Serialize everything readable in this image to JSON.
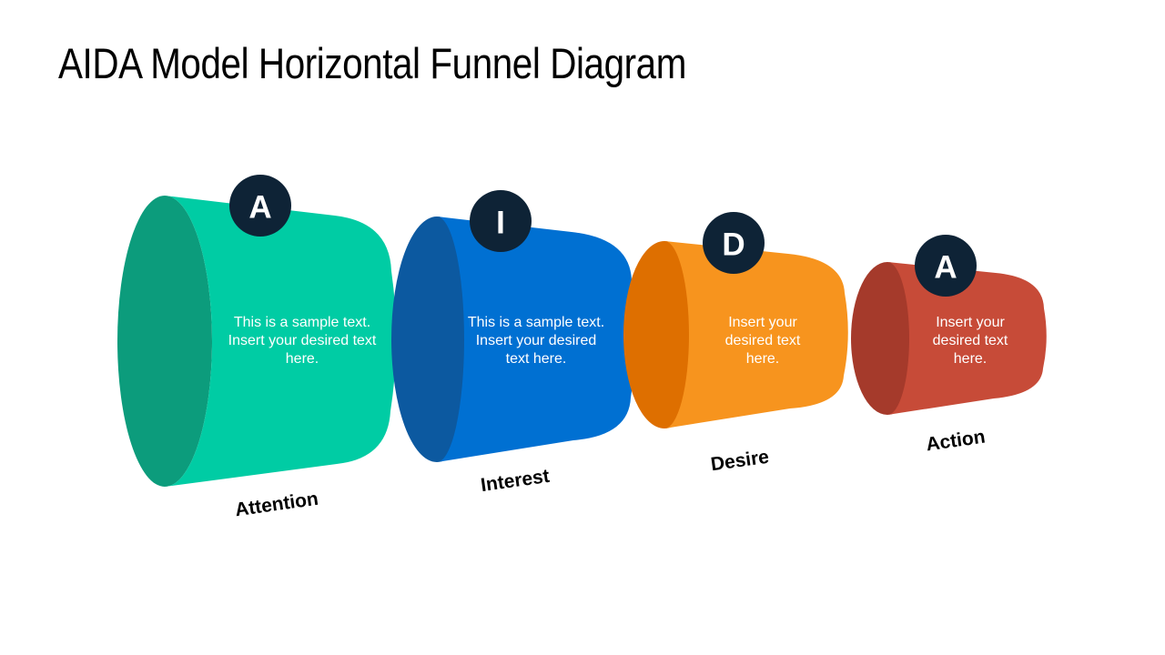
{
  "slide": {
    "title": "AIDA Model Horizontal Funnel Diagram",
    "background_color": "#ffffff",
    "title_color": "#000000",
    "label_color": "#000000"
  },
  "badge": {
    "bg_color": "#0e2336",
    "letter_color": "#ffffff"
  },
  "stages": [
    {
      "letter": "A",
      "label": "Attention",
      "body_color": "#00cca4",
      "cap_color": "#0c9c7c",
      "text_color": "#ffffff",
      "lines": [
        "This is a sample text.",
        "Insert your desired text",
        "here."
      ]
    },
    {
      "letter": "I",
      "label": "Interest",
      "body_color": "#0070d2",
      "cap_color": "#0c59a0",
      "text_color": "#ffffff",
      "lines": [
        "This is a sample text.",
        "Insert your desired",
        "text here."
      ]
    },
    {
      "letter": "D",
      "label": "Desire",
      "body_color": "#f7941e",
      "cap_color": "#de6f00",
      "text_color": "#ffffff",
      "lines": [
        "Insert your",
        "desired text",
        "here."
      ]
    },
    {
      "letter": "A",
      "label": "Action",
      "body_color": "#c74b38",
      "cap_color": "#a53a2b",
      "text_color": "#ffffff",
      "lines": [
        "Insert your",
        "desired text",
        "here."
      ]
    }
  ]
}
